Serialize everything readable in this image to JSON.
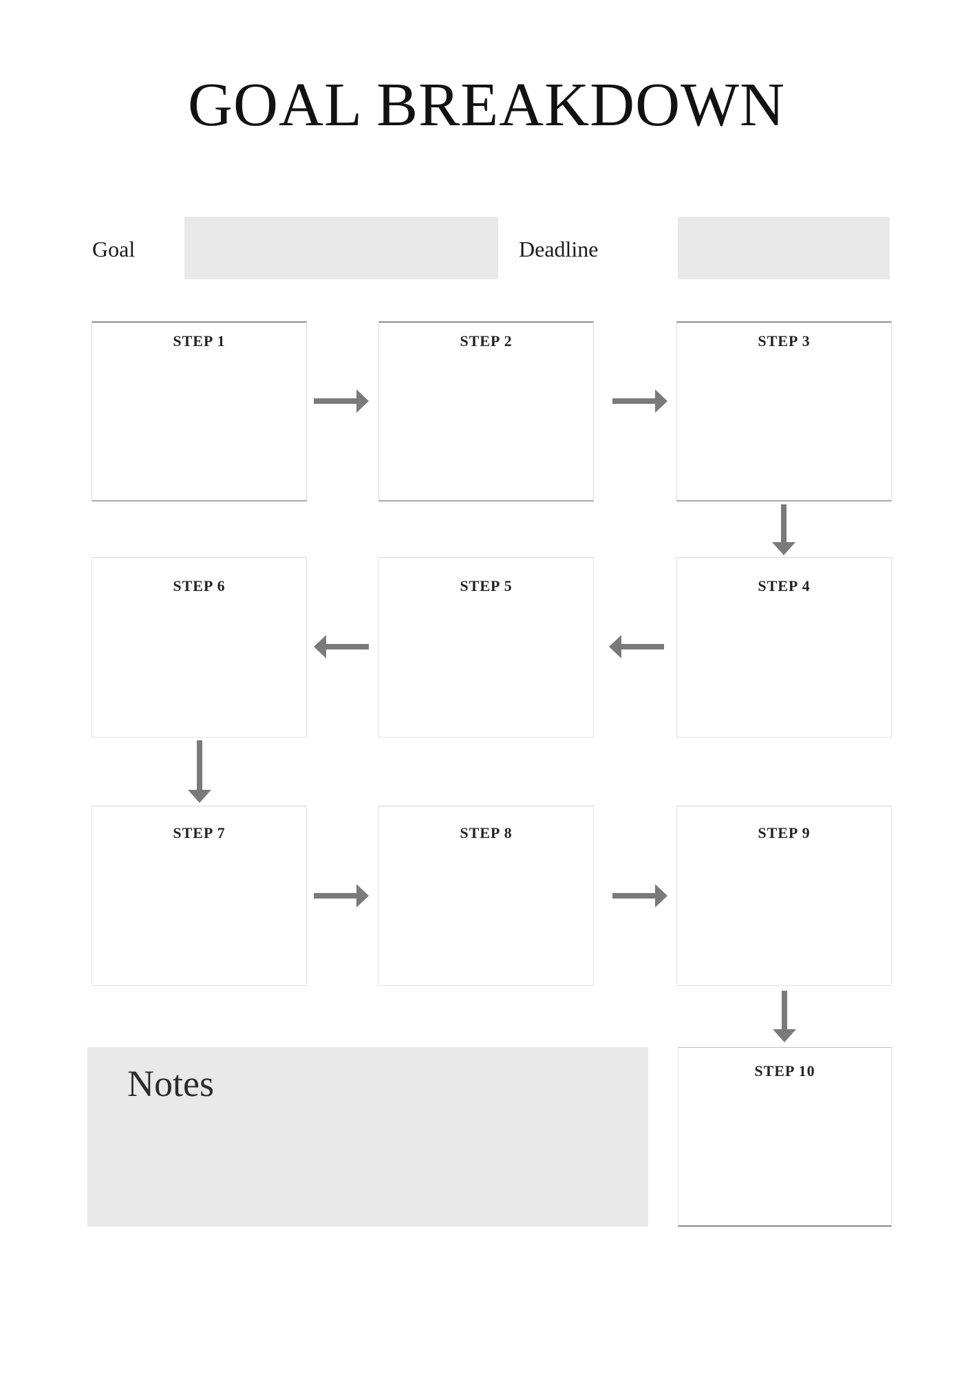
{
  "title": "GOAL BREAKDOWN",
  "fields": {
    "goal_label": "Goal",
    "goal_value": "",
    "deadline_label": "Deadline",
    "deadline_value": ""
  },
  "steps": [
    "STEP 1",
    "STEP 2",
    "STEP 3",
    "STEP 4",
    "STEP 5",
    "STEP 6",
    "STEP 7",
    "STEP 8",
    "STEP 9",
    "STEP 10"
  ],
  "notes": {
    "label": "Notes",
    "value": ""
  },
  "icons": {
    "arrow_right": "right-arrow",
    "arrow_left": "left-arrow",
    "arrow_down": "down-arrow"
  },
  "colors": {
    "page_bg": "#ffffff",
    "field_fill": "#e9e9e9",
    "arrow": "#7a7a7a",
    "box_border_strong": "#8e8e8e",
    "box_border_light": "#e1e1e1",
    "text": "#1e1e1e"
  }
}
